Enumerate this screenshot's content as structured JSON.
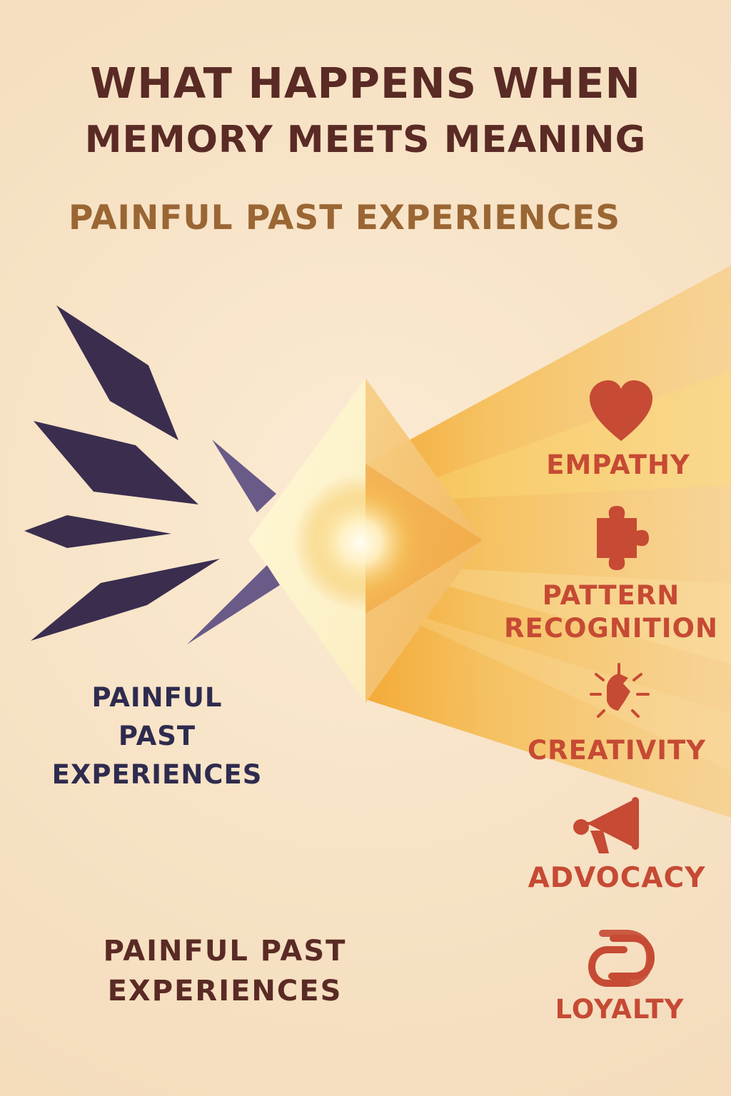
{
  "title": {
    "line1": "WHAT HAPPENS WHEN",
    "line2": "MEMORY MEETS MEANING"
  },
  "subtitle": "PAINFUL PAST EXPERIENCES",
  "left_label": {
    "line1": "PAINFUL",
    "line2": "PAST",
    "line3": "EXPERIENCES"
  },
  "bottom_label": {
    "line1": "PAINFUL PAST",
    "line2": "EXPERIENCES"
  },
  "outcomes": [
    {
      "icon": "heart-icon",
      "label": "EMPATHY"
    },
    {
      "icon": "puzzle-piece-icon",
      "label_line1": "PATTERN",
      "label_line2": "RECOGNITION"
    },
    {
      "icon": "creative-spark-icon",
      "label": "CREATIVITY"
    },
    {
      "icon": "megaphone-icon",
      "label": "ADVOCACY"
    },
    {
      "icon": "linked-loop-icon",
      "label": "LOYALTY"
    }
  ],
  "colors": {
    "background": "#f8e4c7",
    "title": "#5a2a25",
    "subtitle": "#9a6633",
    "shards": "#3a2d4e",
    "left_label": "#2f2b4f",
    "outcome": "#c64a34",
    "beam": "#f6bf3f"
  }
}
